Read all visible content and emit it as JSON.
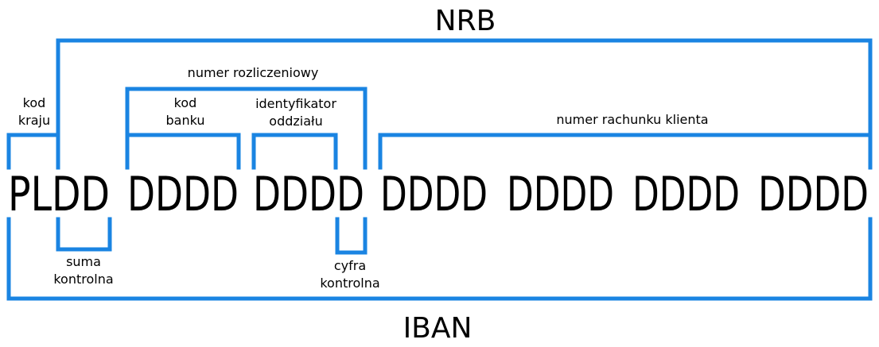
{
  "accent_color": "#1a84e2",
  "titles": {
    "nrb": "NRB",
    "iban": "IBAN"
  },
  "groups": [
    "PLDD",
    "DDDD",
    "DDDD",
    "DDDD",
    "DDDD",
    "DDDD",
    "DDDD"
  ],
  "labels": {
    "kod_kraju": [
      "kod",
      "kraju"
    ],
    "numer_rozliczeniowy": "numer rozliczeniowy",
    "kod_banku": [
      "kod",
      "banku"
    ],
    "identyfikator_oddzialu": [
      "identyfikator",
      "oddziału"
    ],
    "numer_rachunku_klienta": "numer rachunku klienta",
    "suma_kontrolna": [
      "suma",
      "kontrolna"
    ],
    "cyfra_kontrolna": [
      "cyfra",
      "kontrolna"
    ]
  }
}
